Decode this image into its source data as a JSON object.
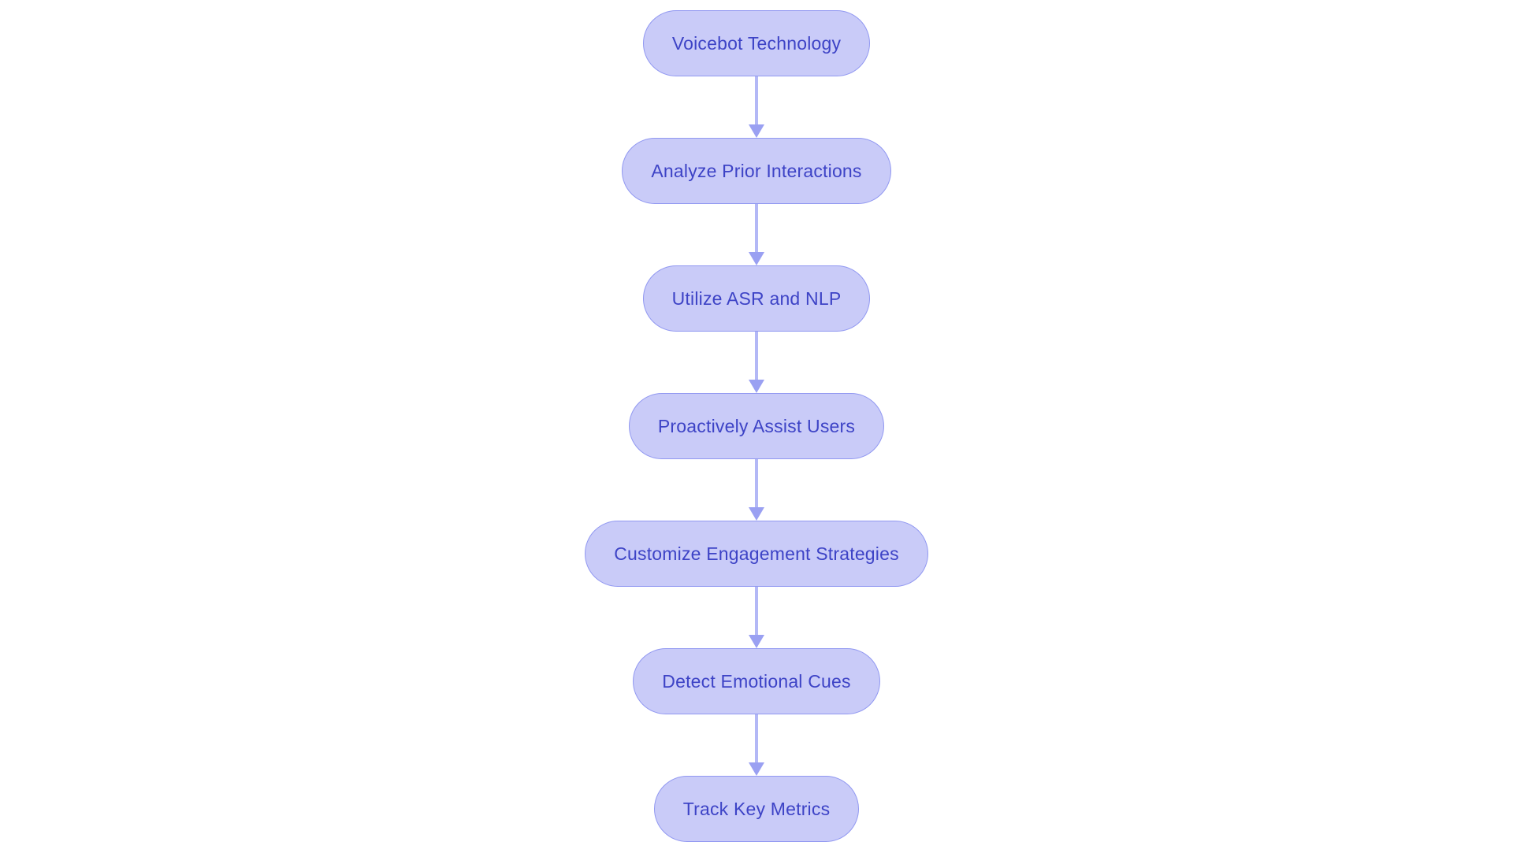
{
  "canvas": {
    "background": "#ffffff"
  },
  "flowchart": {
    "type": "flowchart",
    "direction": "top-to-bottom",
    "nodes": [
      {
        "id": "n1",
        "label": "Voicebot Technology"
      },
      {
        "id": "n2",
        "label": "Analyze Prior Interactions"
      },
      {
        "id": "n3",
        "label": "Utilize ASR and NLP"
      },
      {
        "id": "n4",
        "label": "Proactively Assist Users"
      },
      {
        "id": "n5",
        "label": "Customize Engagement Strategies"
      },
      {
        "id": "n6",
        "label": "Detect Emotional Cues"
      },
      {
        "id": "n7",
        "label": "Track Key Metrics"
      }
    ],
    "edges": [
      {
        "from": "n1",
        "to": "n2"
      },
      {
        "from": "n2",
        "to": "n3"
      },
      {
        "from": "n3",
        "to": "n4"
      },
      {
        "from": "n4",
        "to": "n5"
      },
      {
        "from": "n5",
        "to": "n6"
      },
      {
        "from": "n6",
        "to": "n7"
      }
    ],
    "style": {
      "node_fill": "#c9cbf8",
      "node_border": "#9198f1",
      "text_color": "#3d43c6",
      "arrow_stem": "#b3b8f6",
      "arrow_head": "#9aa0f2"
    }
  }
}
